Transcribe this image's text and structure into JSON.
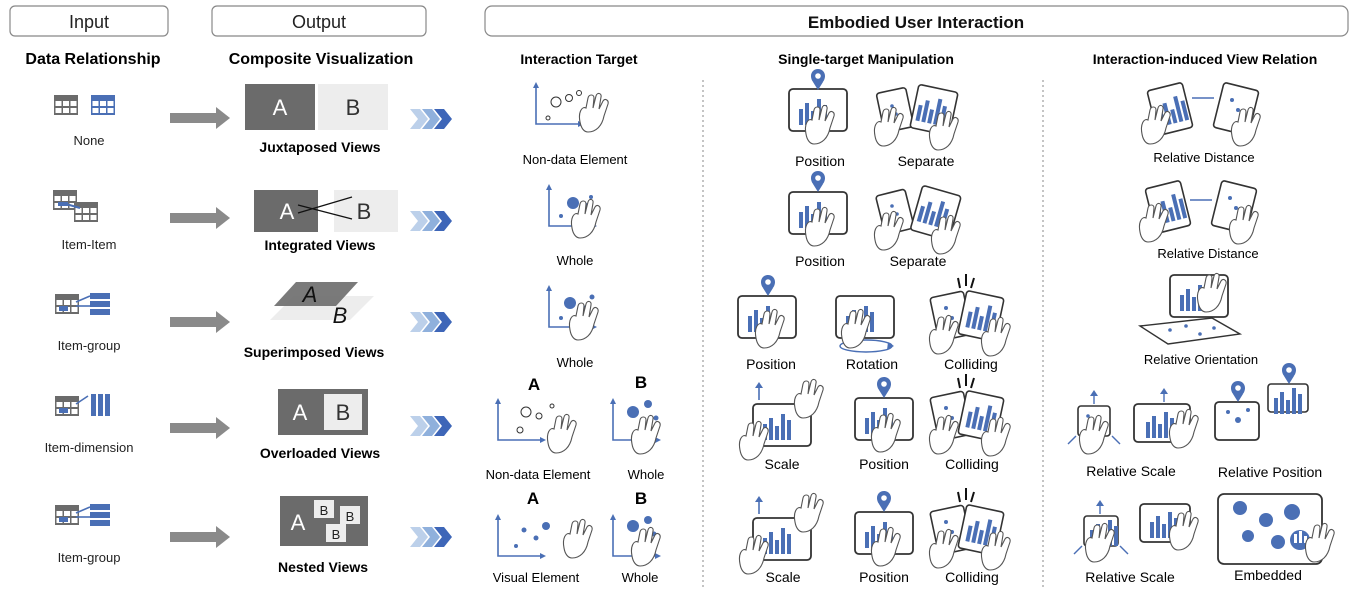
{
  "headers": {
    "input": "Input",
    "output": "Output",
    "embodied": "Embodied User Interaction"
  },
  "subheaders": {
    "data_relationship": "Data Relationship",
    "composite_visualization": "Composite Visualization",
    "interaction_target": "Interaction Target",
    "single_target": "Single-target  Manipulation",
    "view_relation": "Interaction-induced View Relation"
  },
  "colors": {
    "blue": "#4a6fb5",
    "light_blue": "#bcd0ea",
    "dark_gray": "#6b6b6b",
    "light_gray": "#ededed",
    "arrow_gray": "#8a8a8a"
  },
  "rows": [
    {
      "relationship": "None",
      "composite": "Juxtaposed Views",
      "targets": [
        "Non-data Element"
      ],
      "manipulations": [
        "Position",
        "Separate"
      ],
      "relations": [
        "Relative Distance"
      ]
    },
    {
      "relationship": "Item-Item",
      "composite": "Integrated Views",
      "targets": [
        "Whole"
      ],
      "manipulations": [
        "Position",
        "Separate"
      ],
      "relations": [
        "Relative Distance"
      ]
    },
    {
      "relationship": "Item-group",
      "composite": "Superimposed Views",
      "targets": [
        "Whole"
      ],
      "manipulations": [
        "Position",
        "Rotation",
        "Colliding"
      ],
      "relations": [
        "Relative Orientation"
      ]
    },
    {
      "relationship": "Item-dimension",
      "composite": "Overloaded Views",
      "targets": [
        "Non-data Element",
        "Whole"
      ],
      "manipulations": [
        "Scale",
        "Position",
        "Colliding"
      ],
      "relations": [
        "Relative Scale",
        "Relative Position"
      ]
    },
    {
      "relationship": "Item-group",
      "composite": "Nested Views",
      "targets": [
        "Visual Element",
        "Whole"
      ],
      "manipulations": [
        "Scale",
        "Position",
        "Colliding"
      ],
      "relations": [
        "Relative Scale",
        "Embedded"
      ]
    }
  ],
  "view_letters": {
    "a": "A",
    "b": "B"
  }
}
